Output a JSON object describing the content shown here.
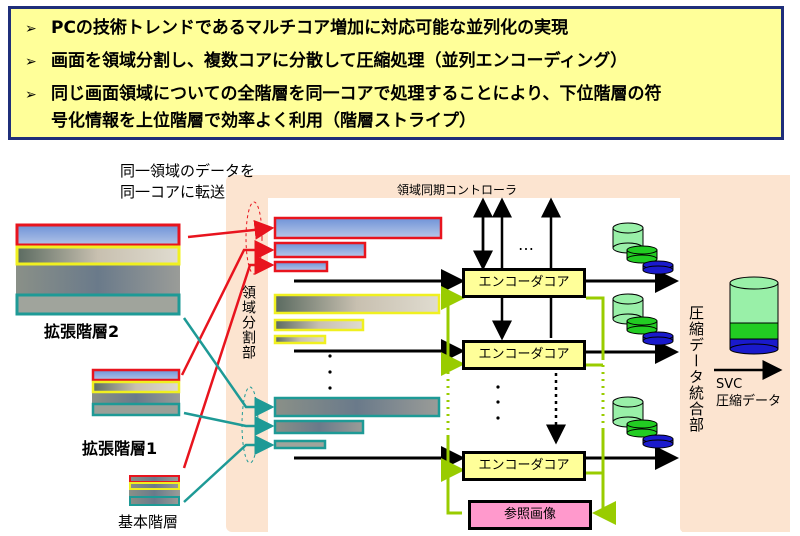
{
  "summary": {
    "bullet_mark": "➢",
    "bullets": [
      "PCの技術トレンドであるマルチコア増加に対応可能な並列化の実現",
      "画面を領域分割し、複数コアに分散して圧縮処理（並列エンコーディング）",
      "同じ画面領域についての全階層を同一コアで処理することにより、下位階層の符",
      "号化情報を上位階層で効率よく利用（階層ストライプ）"
    ]
  },
  "diagram": {
    "transfer_note_line1": "同一領域のデータを",
    "transfer_note_line2": "同一コアに転送",
    "layers": {
      "enhancement2": "拡張階層2",
      "enhancement1": "拡張階層1",
      "base": "基本階層"
    },
    "region_split_unit": "領域分割部",
    "region_sync_controller": "領域同期コントローラ",
    "encoder_core": "エンコーダコア",
    "reference_image": "参照画像",
    "compressed_data_integration_unit": "圧縮データ統合部",
    "output_label_line1": "SVC",
    "output_label_line2": "圧縮データ",
    "ellipsis_horizontal": "…",
    "colors": {
      "summary_bg": "#ffff99",
      "summary_border": "#1f2f7a",
      "stripe_top": "#e8141e",
      "stripe_middle": "#f0f020",
      "stripe_bottom": "#1e9a96",
      "unit_bg": "#fce4d0",
      "encoder_bg": "#ffff99",
      "reference_bg": "#ff99cc",
      "feedback_line": "#99cc00",
      "db_light": "#99f0a8",
      "db_mid": "#22cc22",
      "db_dark": "#1a1acc"
    }
  }
}
